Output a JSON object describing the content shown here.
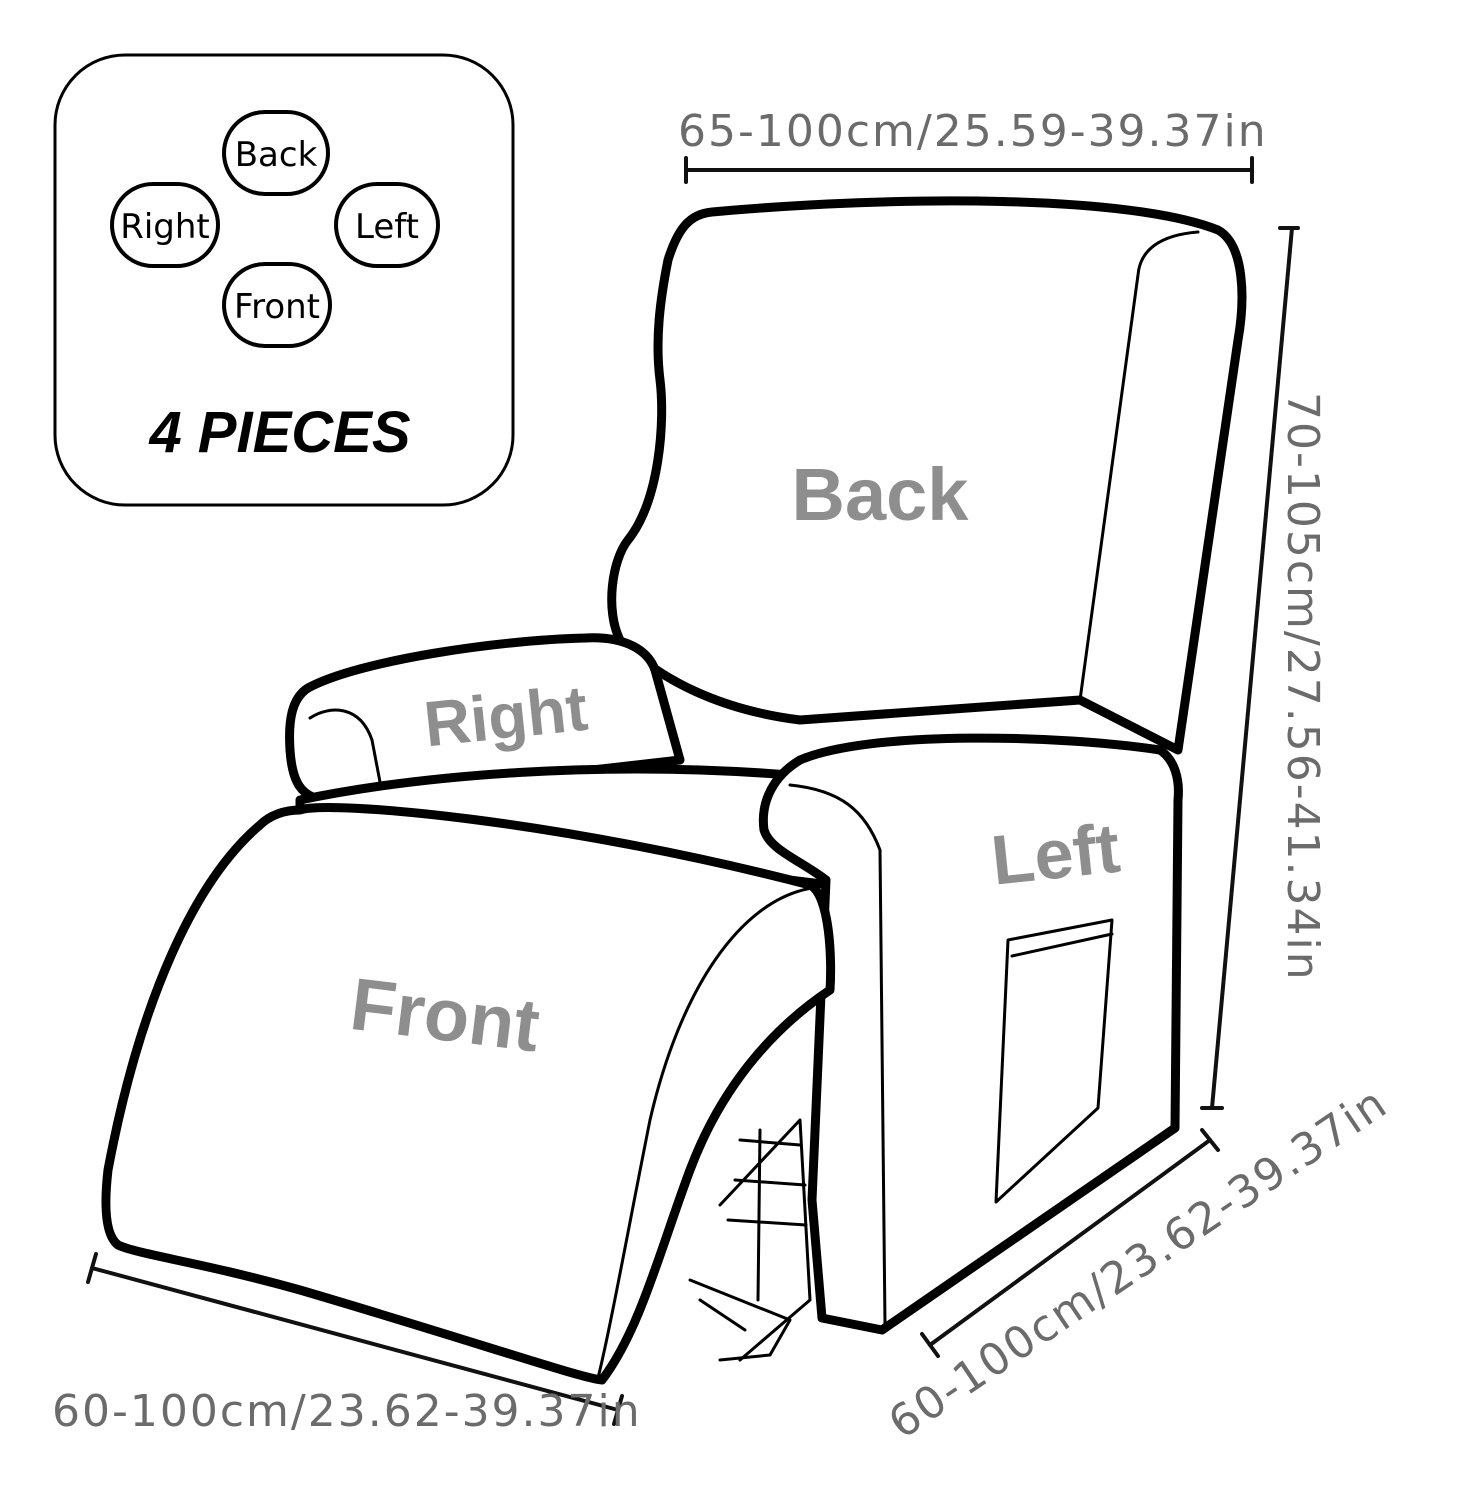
{
  "legend": {
    "pieces": [
      "Back",
      "Right",
      "Left",
      "Front"
    ],
    "count_label": "4 PIECES"
  },
  "labels": {
    "back": "Back",
    "right": "Right",
    "left": "Left",
    "front": "Front"
  },
  "dimensions": {
    "top_width": "65-100cm/25.59-39.37in",
    "height": "70-105cm/27.56-41.34in",
    "side_depth": "60-100cm/23.62-39.37in",
    "front_width": "60-100cm/23.62-39.37in"
  },
  "colors": {
    "outline": "#000000",
    "label_gray": "#8e8e8e",
    "dimension_text": "#6b6b6b"
  }
}
